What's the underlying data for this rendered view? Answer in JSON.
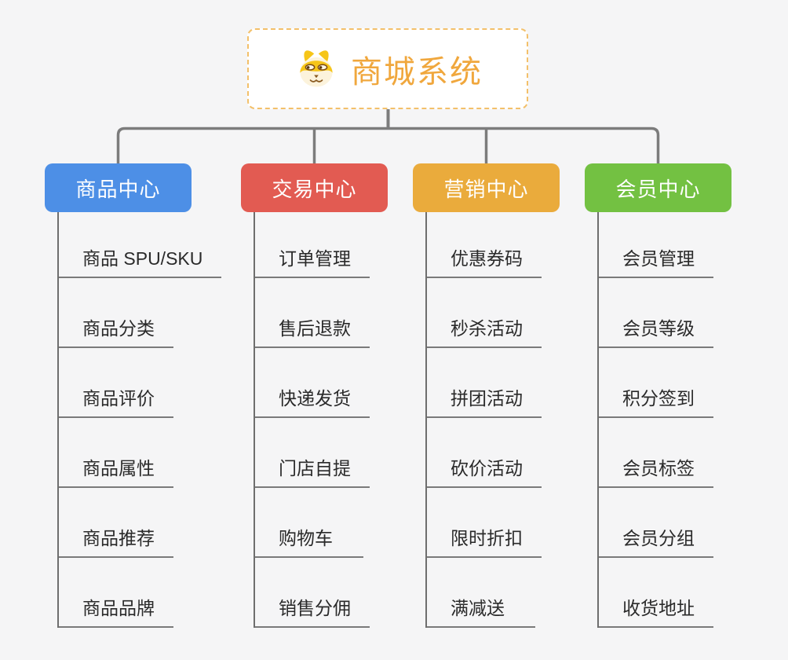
{
  "root": {
    "title": "商城系统",
    "icon": "dog-face-icon"
  },
  "branches": [
    {
      "id": "product-center",
      "label": "商品中心",
      "color": "#4D8FE6",
      "items": [
        "商品 SPU/SKU",
        "商品分类",
        "商品评价",
        "商品属性",
        "商品推荐",
        "商品品牌"
      ]
    },
    {
      "id": "trade-center",
      "label": "交易中心",
      "color": "#E25B52",
      "items": [
        "订单管理",
        "售后退款",
        "快递发货",
        "门店自提",
        "购物车",
        "销售分佣"
      ]
    },
    {
      "id": "marketing-center",
      "label": "营销中心",
      "color": "#EAAB3C",
      "items": [
        "优惠券码",
        "秒杀活动",
        "拼团活动",
        "砍价活动",
        "限时折扣",
        "满减送"
      ]
    },
    {
      "id": "member-center",
      "label": "会员中心",
      "color": "#73C142",
      "items": [
        "会员管理",
        "会员等级",
        "积分签到",
        "会员标签",
        "会员分组",
        "收货地址"
      ]
    }
  ],
  "colors": {
    "canvas_background": "#F5F5F6",
    "root_border": "#F3C06A",
    "root_text": "#F0A73D",
    "connector_gray": "#7C7C7C",
    "leaf_underline": "#7A7A7A",
    "leaf_text": "#2A2A2A"
  }
}
